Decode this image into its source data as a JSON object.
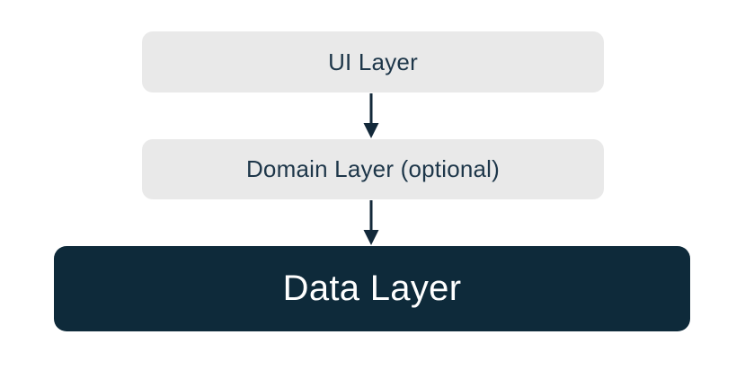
{
  "diagram": {
    "type": "layered-architecture-flow",
    "nodes": [
      {
        "id": "ui",
        "label": "UI Layer",
        "variant": "light"
      },
      {
        "id": "domain",
        "label": "Domain Layer (optional)",
        "variant": "light"
      },
      {
        "id": "data",
        "label": "Data Layer",
        "variant": "dark"
      }
    ],
    "edges": [
      {
        "from": "ui",
        "to": "domain",
        "direction": "down"
      },
      {
        "from": "domain",
        "to": "data",
        "direction": "down"
      }
    ],
    "colors": {
      "light_box_bg": "#e9e9e9",
      "dark_box_bg": "#0e2a3a",
      "label_dark": "#1d3649",
      "label_light": "#ffffff",
      "arrow": "#13293a",
      "canvas_bg": "#ffffff"
    }
  }
}
